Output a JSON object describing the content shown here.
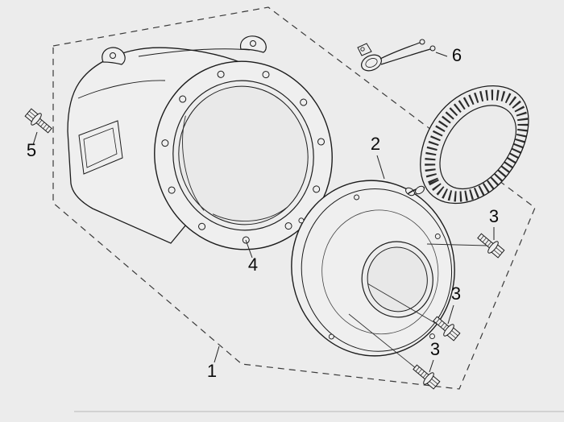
{
  "figure": {
    "kind": "exploded-parts-diagram",
    "background_color": "#ececec",
    "line_color": "#1c1c1c",
    "callouts": {
      "c1": "1",
      "c2": "2",
      "c3a": "3",
      "c3b": "3",
      "c3c": "3",
      "c4": "4",
      "c5": "5",
      "c6": "6"
    }
  }
}
